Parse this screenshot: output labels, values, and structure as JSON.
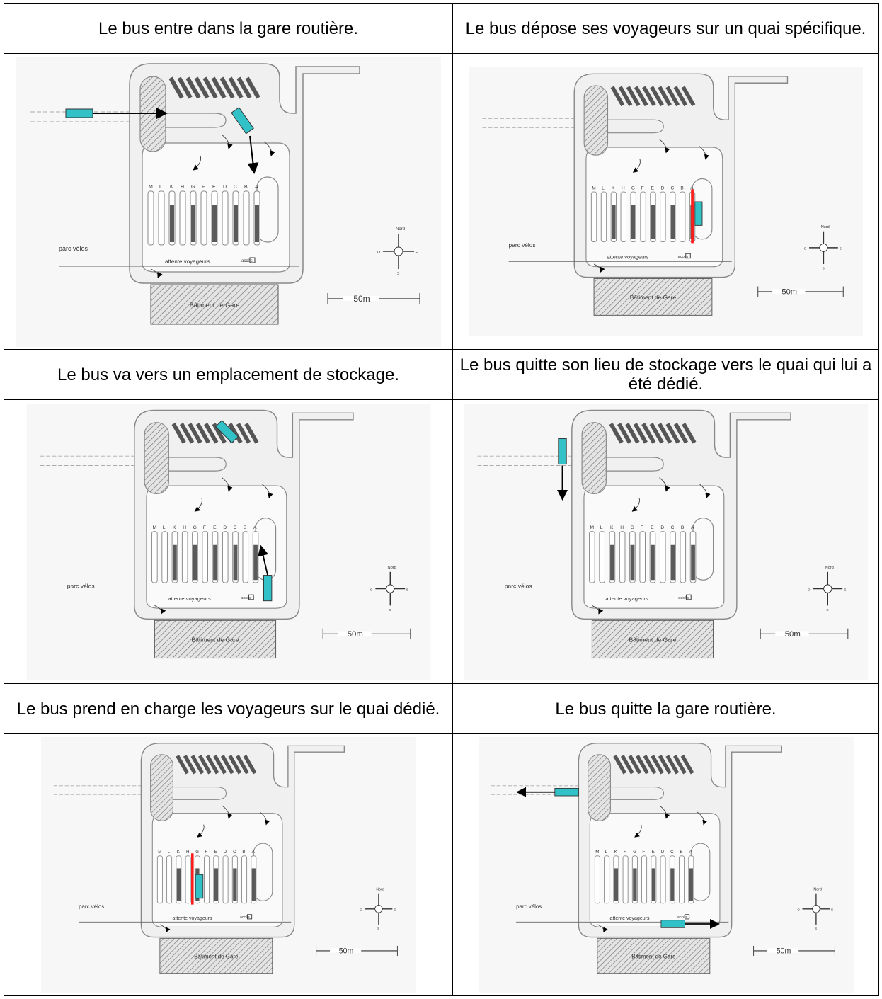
{
  "steps": [
    {
      "caption": "Le bus entre dans la gare routière.",
      "bus": {
        "kind": "entering"
      }
    },
    {
      "caption": "Le bus dépose ses voyageurs sur un quai spécifique.",
      "bus": {
        "kind": "drop-off"
      }
    },
    {
      "caption": "Le bus va vers un emplacement de stockage.",
      "bus": {
        "kind": "to-storage"
      }
    },
    {
      "caption": "Le bus quitte son lieu de stockage vers le quai qui lui a été dédié.",
      "bus": {
        "kind": "to-platform"
      }
    },
    {
      "caption": "Le bus prend en charge les voyageurs sur le quai dédié.",
      "bus": {
        "kind": "pick-up"
      }
    },
    {
      "caption": "Le bus quitte la gare routière.",
      "bus": {
        "kind": "leaving"
      }
    }
  ],
  "plan": {
    "labels": {
      "bikes": "parc vélos",
      "waiting": "attente voyageurs",
      "building": "Bâtiment de Gare",
      "access": "accès",
      "north": "Nord",
      "scale": "50m",
      "platforms": [
        "M",
        "L",
        "K",
        "H",
        "G",
        "F",
        "E",
        "D",
        "C",
        "B",
        "A"
      ],
      "compass": {
        "n": "N",
        "s": "S",
        "e": "E",
        "w": "O"
      }
    },
    "colors": {
      "bus": "#33c1c8",
      "platform_highlight": "#ff1a1a",
      "line": "#888888",
      "hatch": "#777777",
      "fill": "#f0f0f0"
    }
  }
}
